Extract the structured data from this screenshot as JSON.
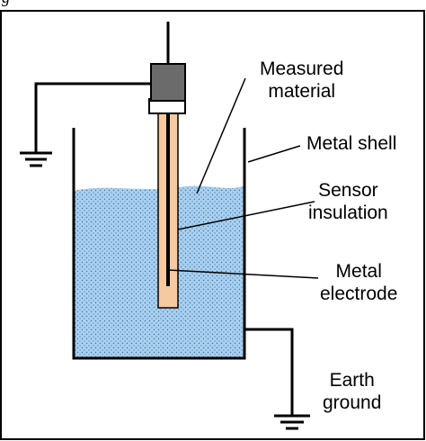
{
  "caption": "g",
  "labels": {
    "measured_material": [
      "Measured",
      "material"
    ],
    "metal_shell": "Metal shell",
    "sensor_insulation": [
      "Sensor",
      "insulation"
    ],
    "metal_electrode": [
      "Metal",
      "electrode"
    ],
    "earth_ground": [
      "Earth",
      "ground"
    ]
  },
  "colors": {
    "liquid": "#a9d0ee",
    "liquid_dots": "#3b6ea8",
    "insulation": "#f6c9a0",
    "connector_body": "#6b6b6b",
    "line": "#000000"
  }
}
